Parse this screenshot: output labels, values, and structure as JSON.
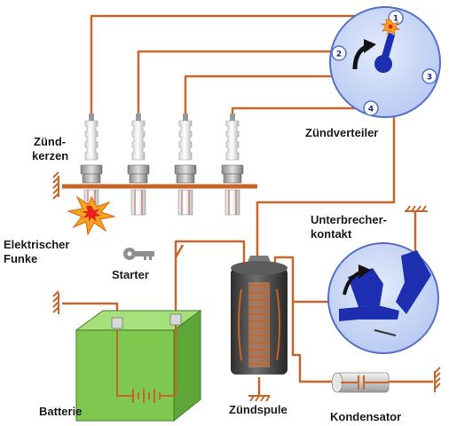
{
  "labels": {
    "spark_plugs_line1": "Zünd-",
    "spark_plugs_line2": "kerzen",
    "distributor": "Zündverteiler",
    "spark_line1": "Elektrischer",
    "spark_line2": "Funke",
    "starter": "Starter",
    "breaker_line1": "Unterbrecher-",
    "breaker_line2": "kontakt",
    "battery": "Batterie",
    "coil": "Zündspule",
    "condenser": "Kondensator"
  },
  "distributor_terminals": [
    "1",
    "2",
    "3",
    "4"
  ],
  "colors": {
    "wire": "#c8662a",
    "cap_fill": "#c5d4f5",
    "cap_stroke": "#5a6fc8",
    "rotor": "#1d2fb0",
    "battery": "#7ec850",
    "spark": "#f0a020",
    "coil_body": "#4a4a4a"
  },
  "icons": [
    "key-icon",
    "spark-icon",
    "ground-symbol-icon",
    "rotation-arrow-icon"
  ]
}
